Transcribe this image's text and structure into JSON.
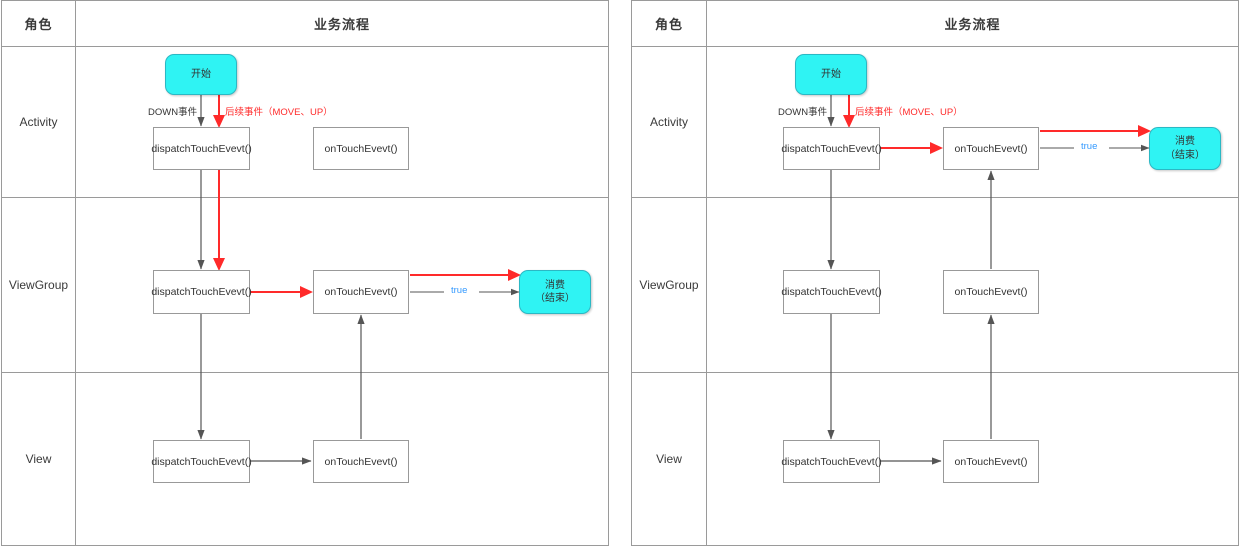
{
  "diagram": {
    "title_semantic": "android-touch-event-dispatch-swimlane",
    "colors": {
      "terminator_fill": "#2ff3f3",
      "terminator_stroke": "#2bb8c4",
      "process_stroke": "#999999",
      "grid_stroke": "#9a9a9a",
      "flow_black": "#555555",
      "flow_red": "#ff2a2a",
      "label_blue": "#3399ff",
      "text": "#333333",
      "background": "#ffffff"
    },
    "columns": [
      "角色",
      "业务流程"
    ],
    "lanes": [
      "Activity",
      "ViewGroup",
      "View"
    ],
    "panels": [
      {
        "id": "left",
        "name": "viewgroup-consumes-event",
        "header": {
          "role": "角色",
          "flow": "业务流程"
        },
        "lanes": [
          {
            "name": "Activity",
            "label": "Activity",
            "nodes": [
              {
                "id": "l-start",
                "type": "terminator",
                "text": "开始"
              },
              {
                "id": "l-act-dispatch",
                "type": "process",
                "text": "dispatchTouchEvevt()"
              },
              {
                "id": "l-act-ontouch",
                "type": "process",
                "text": "onTouchEvevt()"
              }
            ]
          },
          {
            "name": "ViewGroup",
            "label": "ViewGroup",
            "nodes": [
              {
                "id": "l-vg-dispatch",
                "type": "process",
                "text": "dispatchTouchEvevt()"
              },
              {
                "id": "l-vg-ontouch",
                "type": "process",
                "text": "onTouchEvevt()"
              },
              {
                "id": "l-consume",
                "type": "terminator",
                "text_line1": "消费",
                "text_line2": "（结束）"
              }
            ]
          },
          {
            "name": "View",
            "label": "View",
            "nodes": [
              {
                "id": "l-v-dispatch",
                "type": "process",
                "text": "dispatchTouchEvevt()"
              },
              {
                "id": "l-v-ontouch",
                "type": "process",
                "text": "onTouchEvevt()"
              }
            ]
          }
        ],
        "edge_labels": [
          {
            "id": "l-down",
            "text": "DOWN事件",
            "color": "black"
          },
          {
            "id": "l-after",
            "text": "后续事件（MOVE、UP）",
            "color": "red"
          },
          {
            "id": "l-true",
            "text": "true",
            "color": "blue"
          }
        ]
      },
      {
        "id": "right",
        "name": "activity-consumes-event",
        "header": {
          "role": "角色",
          "flow": "业务流程"
        },
        "lanes": [
          {
            "name": "Activity",
            "label": "Activity",
            "nodes": [
              {
                "id": "r-start",
                "type": "terminator",
                "text": "开始"
              },
              {
                "id": "r-act-dispatch",
                "type": "process",
                "text": "dispatchTouchEvevt()"
              },
              {
                "id": "r-act-ontouch",
                "type": "process",
                "text": "onTouchEvevt()"
              },
              {
                "id": "r-consume",
                "type": "terminator",
                "text_line1": "消费",
                "text_line2": "（结束）"
              }
            ]
          },
          {
            "name": "ViewGroup",
            "label": "ViewGroup",
            "nodes": [
              {
                "id": "r-vg-dispatch",
                "type": "process",
                "text": "dispatchTouchEvevt()"
              },
              {
                "id": "r-vg-ontouch",
                "type": "process",
                "text": "onTouchEvevt()"
              }
            ]
          },
          {
            "name": "View",
            "label": "View",
            "nodes": [
              {
                "id": "r-v-dispatch",
                "type": "process",
                "text": "dispatchTouchEvevt()"
              },
              {
                "id": "r-v-ontouch",
                "type": "process",
                "text": "onTouchEvevt()"
              }
            ]
          }
        ],
        "edge_labels": [
          {
            "id": "r-down",
            "text": "DOWN事件",
            "color": "black"
          },
          {
            "id": "r-after",
            "text": "后续事件（MOVE、UP）",
            "color": "red"
          },
          {
            "id": "r-true",
            "text": "true",
            "color": "blue"
          }
        ]
      }
    ]
  }
}
